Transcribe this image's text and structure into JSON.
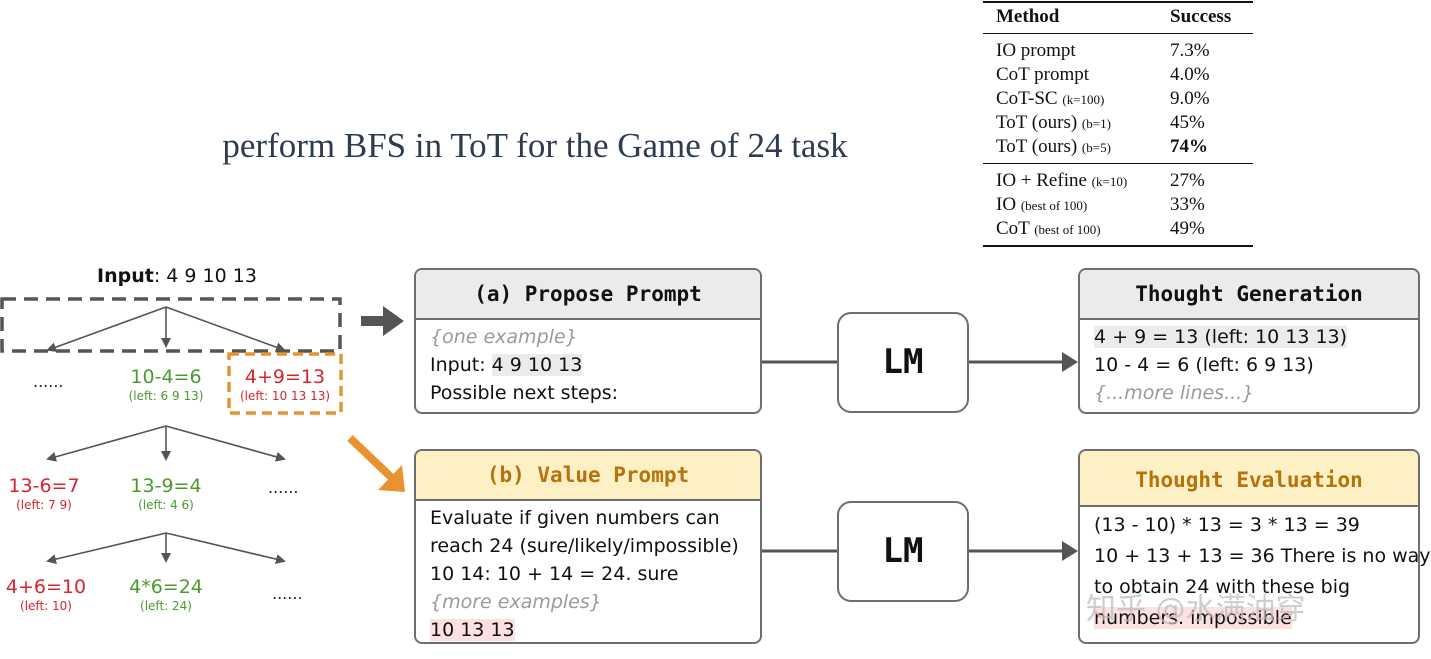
{
  "title": "perform BFS in ToT for the Game of 24 task",
  "table": {
    "headers": {
      "method": "Method",
      "success": "Success"
    },
    "rows": [
      {
        "method": "IO prompt",
        "sub": "",
        "success": "7.3%"
      },
      {
        "method": "CoT prompt",
        "sub": "",
        "success": "4.0%"
      },
      {
        "method": "CoT-SC",
        "sub": "(k=100)",
        "success": "9.0%"
      },
      {
        "method": "ToT (ours)",
        "sub": "(b=1)",
        "success": "45%"
      },
      {
        "method": "ToT (ours)",
        "sub": "(b=5)",
        "success": "74%"
      },
      {
        "method": "IO + Refine",
        "sub": "(k=10)",
        "success": "27%"
      },
      {
        "method": "IO",
        "sub": "(best of 100)",
        "success": "33%"
      },
      {
        "method": "CoT",
        "sub": "(best of 100)",
        "success": "49%"
      }
    ]
  },
  "tree": {
    "input_label": "Input",
    "input_value": ": 4 9 10 13",
    "level1": [
      {
        "text": "......"
      },
      {
        "eq": "10-4=6",
        "left": "(left: 6 9 13)",
        "color": "#4a9a2c"
      },
      {
        "eq": "4+9=13",
        "left": "(left: 10 13 13)",
        "color": "#d8242b"
      }
    ],
    "level2": [
      {
        "eq": "13-6=7",
        "left": "(left: 7 9)",
        "color": "#d8242b"
      },
      {
        "eq": "13-9=4",
        "left": "(left: 4 6)",
        "color": "#4a9a2c"
      },
      {
        "text": "......"
      }
    ],
    "level3": [
      {
        "eq": "4+6=10",
        "left": "(left: 10)",
        "color": "#d8242b"
      },
      {
        "eq": "4*6=24",
        "left": "(left: 24)",
        "color": "#4a9a2c"
      },
      {
        "text": "......"
      }
    ]
  },
  "propose": {
    "header": "(a) Propose Prompt",
    "example": "{one example}",
    "input_prefix": "Input: ",
    "input_value": "4 9 10 13",
    "steps": "Possible next steps:"
  },
  "value": {
    "header": "(b) Value Prompt",
    "line1": "Evaluate if given numbers can",
    "line2": "reach 24 (sure/likely/impossible)",
    "line3": "10 14: 10 + 14 = 24. sure",
    "more": "{more examples}",
    "query": "10 13 13"
  },
  "lm_label": "LM",
  "generation": {
    "header": "Thought Generation",
    "line1": "4 + 9 = 13 (left: 10 13 13)",
    "line2": "10 - 4 = 6 (left: 6 9 13)",
    "more": "{...more lines...}"
  },
  "evaluation": {
    "header": "Thought Evaluation",
    "line1": "(13 - 10) * 13 = 3 * 13 = 39",
    "line2": "10 + 13 + 13 = 36 There is no way",
    "line3": "to obtain 24 with these big",
    "line4": "numbers. impossible"
  },
  "watermark": "知乎 @水满油穿",
  "colors": {
    "green": "#4a9a2c",
    "red": "#d8242b",
    "orange": "#e8932f",
    "header_yellow": "#fdf0c4",
    "header_gray": "#ebebeb"
  }
}
